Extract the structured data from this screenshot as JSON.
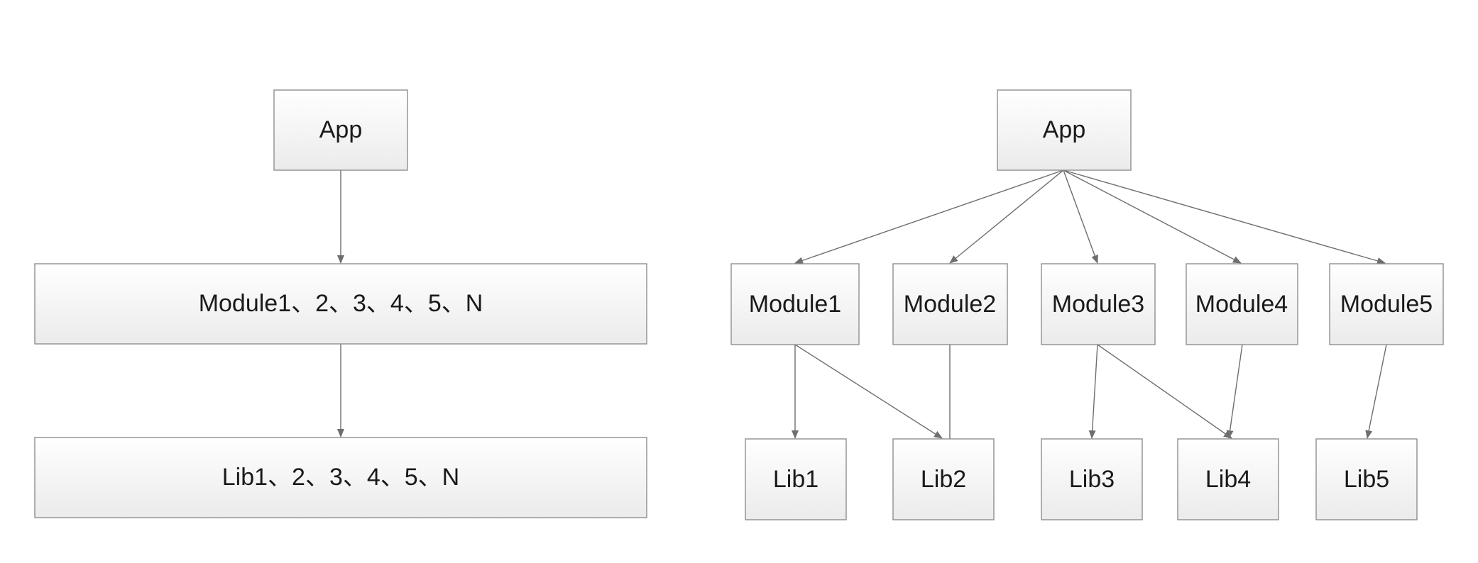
{
  "left_diagram": {
    "app": "App",
    "modules": "Module1、2、3、4、5、N",
    "libs": "Lib1、2、3、4、5、N"
  },
  "right_diagram": {
    "app": "App",
    "modules": [
      "Module1",
      "Module2",
      "Module3",
      "Module4",
      "Module5"
    ],
    "libs": [
      "Lib1",
      "Lib2",
      "Lib3",
      "Lib4",
      "Lib5"
    ]
  },
  "colors": {
    "box_fill_top": "#ffffff",
    "box_fill_bottom": "#ececec",
    "box_border": "#8f8f8f",
    "arrow": "#6e6e6e",
    "text": "#1a1a1a"
  }
}
